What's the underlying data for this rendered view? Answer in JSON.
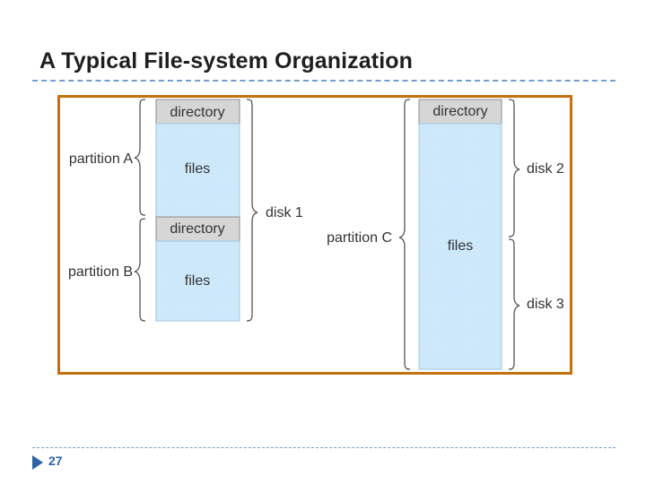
{
  "slide": {
    "title": "A Typical File-system Organization",
    "page_number": "27"
  },
  "diagram": {
    "left_disk": {
      "partition_a": {
        "directory": "directory",
        "files": "files"
      },
      "partition_b": {
        "directory": "directory",
        "files": "files"
      }
    },
    "right_disk": {
      "directory": "directory",
      "files": "files"
    },
    "labels": {
      "partition_a": "partition A",
      "partition_b": "partition B",
      "partition_c": "partition C",
      "disk_1": "disk 1",
      "disk_2": "disk 2",
      "disk_3": "disk 3"
    },
    "colors": {
      "frame": "#c5700e",
      "directory_fill": "#d6d6d6",
      "files_fill": "#cfe9fb",
      "accent": "#2d63a8"
    }
  }
}
